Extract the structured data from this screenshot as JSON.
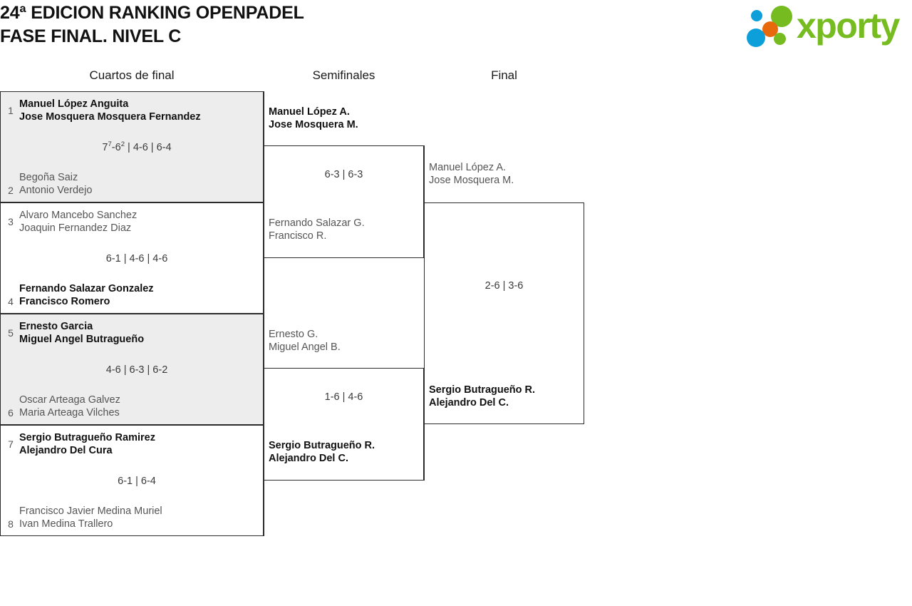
{
  "header": {
    "title_line1": "24ª EDICION RANKING OPENPADEL",
    "title_line2": "FASE FINAL. NIVEL C",
    "logo_text": "xporty"
  },
  "rounds": [
    {
      "label": "Cuartos de final"
    },
    {
      "label": "Semifinales"
    },
    {
      "label": "Final"
    }
  ],
  "quarterfinals": [
    {
      "seed_top": "1",
      "top_player1": "Manuel López Anguita",
      "top_player2": "Jose Mosquera Mosquera Fernandez",
      "seed_bottom": "2",
      "bottom_player1": "Begoña Saiz",
      "bottom_player2": "Antonio Verdejo",
      "score_prefix": "7",
      "score_sup1": "7",
      "score_mid": "-6",
      "score_sup2": "2",
      "score_suffix": " | 4-6 | 6-4",
      "winner": "top"
    },
    {
      "seed_top": "3",
      "top_player1": "Alvaro Mancebo Sanchez",
      "top_player2": "Joaquin Fernandez Diaz",
      "seed_bottom": "4",
      "bottom_player1": "Fernando Salazar Gonzalez",
      "bottom_player2": "Francisco Romero",
      "score": "6-1 | 4-6 | 4-6",
      "winner": "bottom"
    },
    {
      "seed_top": "5",
      "top_player1": "Ernesto Garcia",
      "top_player2": "Miguel Angel Butragueño",
      "seed_bottom": "6",
      "bottom_player1": "Oscar Arteaga Galvez",
      "bottom_player2": "Maria Arteaga Vilches",
      "score": "4-6 | 6-3 | 6-2",
      "winner": "top"
    },
    {
      "seed_top": "7",
      "top_player1": "Sergio Butragueño Ramirez",
      "top_player2": "Alejandro Del Cura",
      "seed_bottom": "8",
      "bottom_player1": "Francisco Javier Medina Muriel",
      "bottom_player2": "Ivan Medina Trallero",
      "score": "6-1 | 6-4",
      "winner": "bottom"
    }
  ],
  "semifinals": [
    {
      "top_player1": "Manuel López A.",
      "top_player2": "Jose Mosquera M.",
      "bottom_player1": "Fernando Salazar G.",
      "bottom_player2": "Francisco R.",
      "score": "6-3 | 6-3",
      "winner": "top"
    },
    {
      "top_player1": "Ernesto G.",
      "top_player2": "Miguel Angel B.",
      "bottom_player1": "Sergio Butragueño R.",
      "bottom_player2": "Alejandro Del C.",
      "score": "1-6 | 4-6",
      "winner": "bottom"
    }
  ],
  "final": {
    "top_player1": "Manuel López A.",
    "top_player2": "Jose Mosquera M.",
    "bottom_player1": "Sergio Butragueño R.",
    "bottom_player2": "Alejandro Del C.",
    "score": "2-6 | 3-6",
    "winner": "bottom"
  },
  "colors": {
    "shaded_row": "#ededed",
    "border": "#2b2b2b",
    "logo_green": "#76bc21",
    "logo_blue": "#0c9fda",
    "logo_orange": "#e8690b"
  }
}
